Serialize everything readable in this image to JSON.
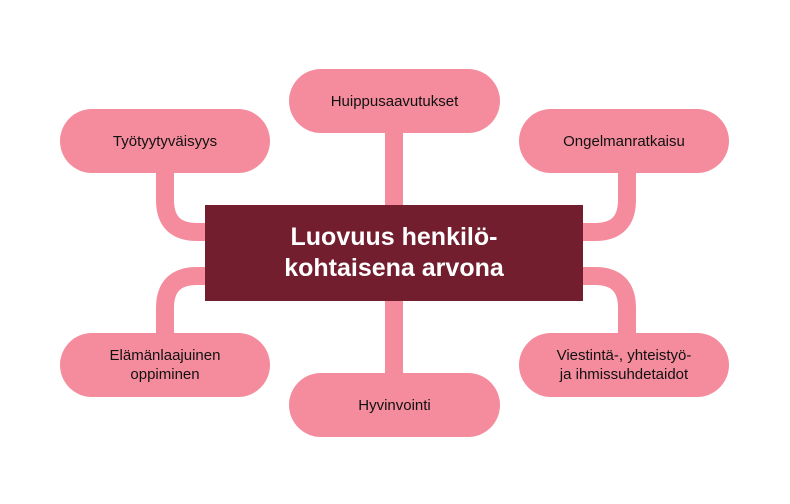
{
  "colors": {
    "background": "#ffffff",
    "node_fill": "#f48c9d",
    "connector": "#f48c9d",
    "center_fill": "#731e2e",
    "center_text": "#ffffff",
    "node_text": "#111111"
  },
  "center": {
    "line1": "Luovuus henkilö-",
    "line2": "kohtaisena arvona"
  },
  "nodes": {
    "top": {
      "line1": "Huippusaavutukset"
    },
    "top_left": {
      "line1": "Työtyytyväisyys"
    },
    "top_right": {
      "line1": "Ongelmanratkaisu"
    },
    "bottom_left": {
      "line1": "Elämänlaajuinen",
      "line2": "oppiminen"
    },
    "bottom": {
      "line1": "Hyvinvointi"
    },
    "bottom_right": {
      "line1": "Viestintä-, yhteistyö-",
      "line2": "ja ihmissuhdetaidot"
    }
  }
}
